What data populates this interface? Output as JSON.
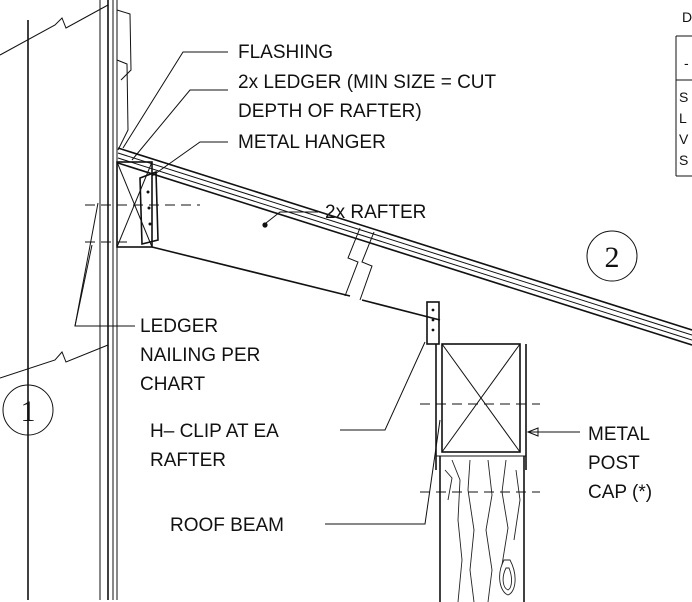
{
  "labels": {
    "flashing": "FLASHING",
    "ledger_line1": "2x LEDGER (MIN SIZE = CUT",
    "ledger_line2": "DEPTH OF RAFTER)",
    "metal_hanger": "METAL HANGER",
    "rafter": "2x RAFTER",
    "ledger_nailing_line1": "LEDGER",
    "ledger_nailing_line2": "NAILING PER",
    "ledger_nailing_line3": "CHART",
    "hclip_line1": "H– CLIP AT EA",
    "hclip_line2": "RAFTER",
    "roof_beam": "ROOF BEAM",
    "post_cap_line1": "METAL",
    "post_cap_line2": "POST",
    "post_cap_line3": "CAP (*)"
  },
  "bubbles": {
    "left": "1",
    "right": "2"
  },
  "table_fragment": {
    "header": "D",
    "row_mark": "-",
    "rows": [
      "S",
      "L",
      "V",
      "S"
    ]
  }
}
